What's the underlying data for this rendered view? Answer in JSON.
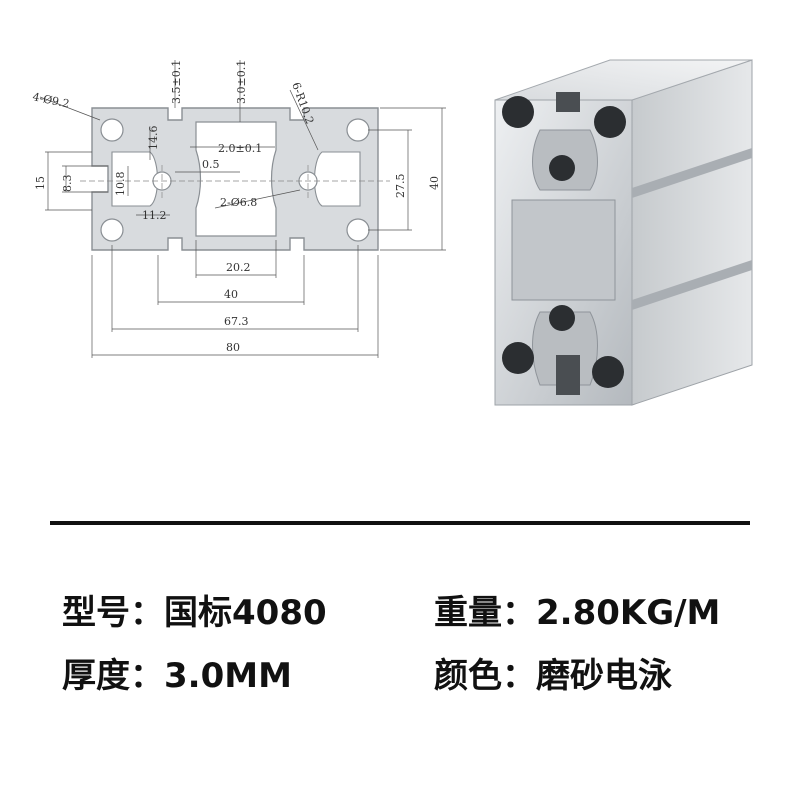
{
  "drawing": {
    "hole_note": "4-Ø9.2",
    "slot_depth": "3.5±0.1",
    "wall": "3.0±0.1",
    "radius_note": "6-R10.2",
    "rib_height": "14.6",
    "rib_wall": "2.0±0.1",
    "web": "0.5",
    "center_hole": "2-Ø6.8",
    "slot_width": "8.3",
    "slot_outer": "15",
    "inner_gap": "10.8",
    "core": "11.2",
    "pitch_height": "27.5",
    "height": "40",
    "w_20": "20.2",
    "w_40": "40",
    "w_67": "67.3",
    "w_80": "80"
  },
  "specs": {
    "model_label": "型号：",
    "model_value": "国标4080",
    "weight_label": "重量：",
    "weight_value": "2.80KG/M",
    "thickness_label": "厚度：",
    "thickness_value": "3.0MM",
    "color_label": "颜色：",
    "color_value": "磨砂电泳"
  },
  "colors": {
    "profile_fill": "#d8dbde",
    "profile_stroke": "#8a8f94",
    "photo_light": "#e4e6e8",
    "photo_dark": "#9ea3a8",
    "hole_dark": "#2b2e31"
  }
}
